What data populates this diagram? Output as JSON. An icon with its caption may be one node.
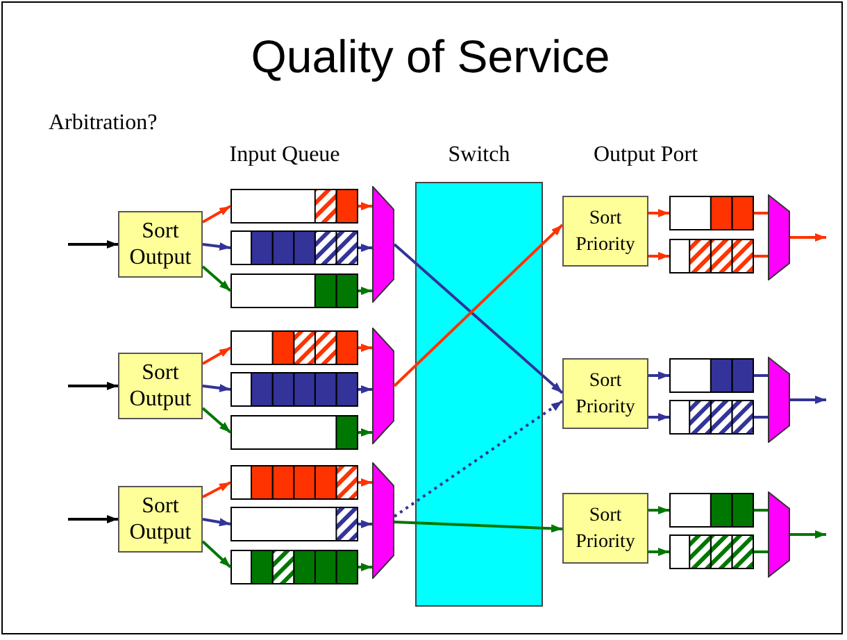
{
  "diagram": {
    "title": "Quality of Service",
    "nodes": [
      {
        "text": [
          "Sort Output"
        ]
      },
      {
        "text": [
          "Sort Output"
        ]
      },
      {
        "text": [
          "Sort Output"
        ]
      },
      {
        "text": [],
        "shape": "box"
      },
      {
        "text": [],
        "shape": "box"
      },
      {
        "text": [],
        "shape": "box"
      },
      {
        "text": [],
        "shape": "box"
      },
      {
        "text": [],
        "shape": "box"
      },
      {
        "text": [],
        "shape": "box"
      },
      {
        "text": [],
        "shape": "box"
      },
      {
        "text": [],
        "shape": "box"
      },
      {
        "text": [],
        "shape": "box"
      },
      {
        "text": [],
        "shape": "trapezoid"
      },
      {
        "text": [],
        "shape": "trapezoid"
      },
      {
        "text": [],
        "shape": "trapezoid"
      },
      {
        "text": [
          "Sort Priority"
        ]
      },
      {
        "text": [
          "Sort Priority"
        ]
      },
      {
        "text": [
          "Sort Priority"
        ]
      },
      {
        "text": [],
        "shape": "box"
      },
      {
        "text": [],
        "shape": "box"
      },
      {
        "text": [],
        "shape": "box"
      },
      {
        "text": [],
        "shape": "box"
      },
      {
        "text": [],
        "shape": "box"
      },
      {
        "text": [],
        "shape": "box"
      },
      {
        "text": [],
        "shape": "trapezoid"
      },
      {
        "text": [],
        "shape": "trapezoid"
      },
      {
        "text": [],
        "shape": "trapezoid"
      }
    ],
    "edges": [
      {
        "from": null,
        "to": 0,
        "arrow": "to",
        "color": "#000000"
      },
      {
        "from": null,
        "to": 1,
        "arrow": "to",
        "color": "#000000"
      },
      {
        "from": null,
        "to": 2,
        "arrow": "to",
        "color": "#000000"
      },
      {
        "from": 0,
        "to": 3,
        "arrow": "to",
        "color": "#ff3300"
      },
      {
        "from": 0,
        "to": 4,
        "arrow": "to",
        "color": "#333399"
      },
      {
        "from": 0,
        "to": 5,
        "arrow": "to",
        "color": "#007700"
      },
      {
        "from": 1,
        "to": 6,
        "arrow": "to",
        "color": "#ff3300"
      },
      {
        "from": 1,
        "to": 7,
        "arrow": "to",
        "color": "#333399"
      },
      {
        "from": 1,
        "to": 8,
        "arrow": "to",
        "color": "#007700"
      },
      {
        "from": 2,
        "to": 9,
        "arrow": "to",
        "color": "#ff3300"
      },
      {
        "from": 2,
        "to": 10,
        "arrow": "to",
        "color": "#333399"
      },
      {
        "from": 2,
        "to": 11,
        "arrow": "to",
        "color": "#007700"
      },
      {
        "from": 3,
        "to": 12,
        "arrow": "to",
        "color": "#ff3300"
      },
      {
        "from": 4,
        "to": 12,
        "arrow": "to",
        "color": "#333399"
      },
      {
        "from": 5,
        "to": 12,
        "arrow": "to",
        "color": "#007700"
      },
      {
        "from": 6,
        "to": 13,
        "arrow": "to",
        "color": "#ff3300"
      },
      {
        "from": 7,
        "to": 13,
        "arrow": "to",
        "color": "#333399"
      },
      {
        "from": 8,
        "to": 13,
        "arrow": "to",
        "color": "#007700"
      },
      {
        "from": 9,
        "to": 14,
        "arrow": "to",
        "color": "#ff3300"
      },
      {
        "from": 10,
        "to": 14,
        "arrow": "to",
        "color": "#333399"
      },
      {
        "from": 11,
        "to": 14,
        "arrow": "to",
        "color": "#007700"
      },
      {
        "from": 12,
        "to": 16,
        "arrow": "to",
        "color": "#333399"
      },
      {
        "from": 13,
        "to": 15,
        "arrow": "to",
        "color": "#ff3300"
      },
      {
        "from": 14,
        "to": 16,
        "arrow": "to",
        "color": "#333399",
        "style": "dashed"
      },
      {
        "from": 14,
        "to": 17,
        "arrow": "to",
        "color": "#007700"
      },
      {
        "from": 15,
        "to": 18,
        "arrow": "to",
        "color": "#ff3300"
      },
      {
        "from": 15,
        "to": 19,
        "arrow": "to",
        "color": "#ff3300"
      },
      {
        "from": 16,
        "to": 20,
        "arrow": "to",
        "color": "#333399"
      },
      {
        "from": 16,
        "to": 21,
        "arrow": "to",
        "color": "#333399"
      },
      {
        "from": 17,
        "to": 22,
        "arrow": "to",
        "color": "#007700"
      },
      {
        "from": 17,
        "to": 23,
        "arrow": "to",
        "color": "#007700"
      },
      {
        "from": 18,
        "to": 24,
        "arrow": "none",
        "color": "#ff3300"
      },
      {
        "from": 19,
        "to": 24,
        "arrow": "none",
        "color": "#ff3300"
      },
      {
        "from": 20,
        "to": 25,
        "arrow": "none",
        "color": "#333399"
      },
      {
        "from": 21,
        "to": 25,
        "arrow": "none",
        "color": "#333399"
      },
      {
        "from": 22,
        "to": 26,
        "arrow": "none",
        "color": "#007700"
      },
      {
        "from": 23,
        "to": 26,
        "arrow": "none",
        "color": "#007700"
      },
      {
        "from": 24,
        "to": null,
        "arrow": "to",
        "color": "#ff3300"
      },
      {
        "from": 25,
        "to": null,
        "arrow": "to",
        "color": "#333399"
      },
      {
        "from": 26,
        "to": null,
        "arrow": "to",
        "color": "#007700"
      }
    ],
    "labels": [
      "Arbitration?",
      "Input Queue",
      "Switch",
      "Output Port"
    ]
  }
}
